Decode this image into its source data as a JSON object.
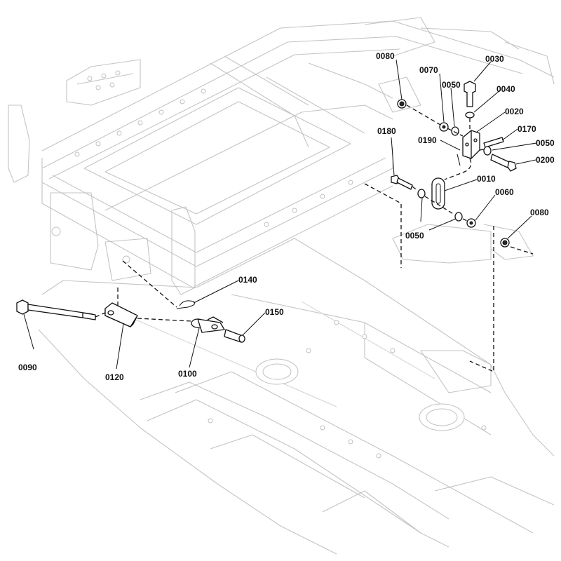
{
  "diagram": {
    "labels": {
      "p0010": "0010",
      "p0020": "0020",
      "p0030": "0030",
      "p0040": "0040",
      "p0050a": "0050",
      "p0050b": "0050",
      "p0050c": "0050",
      "p0060": "0060",
      "p0070": "0070",
      "p0080a": "0080",
      "p0080b": "0080",
      "p0090": "0090",
      "p0100": "0100",
      "p0120": "0120",
      "p0140": "0140",
      "p0150": "0150",
      "p0170": "0170",
      "p0180": "0180",
      "p0190": "0190",
      "p0200": "0200"
    }
  }
}
